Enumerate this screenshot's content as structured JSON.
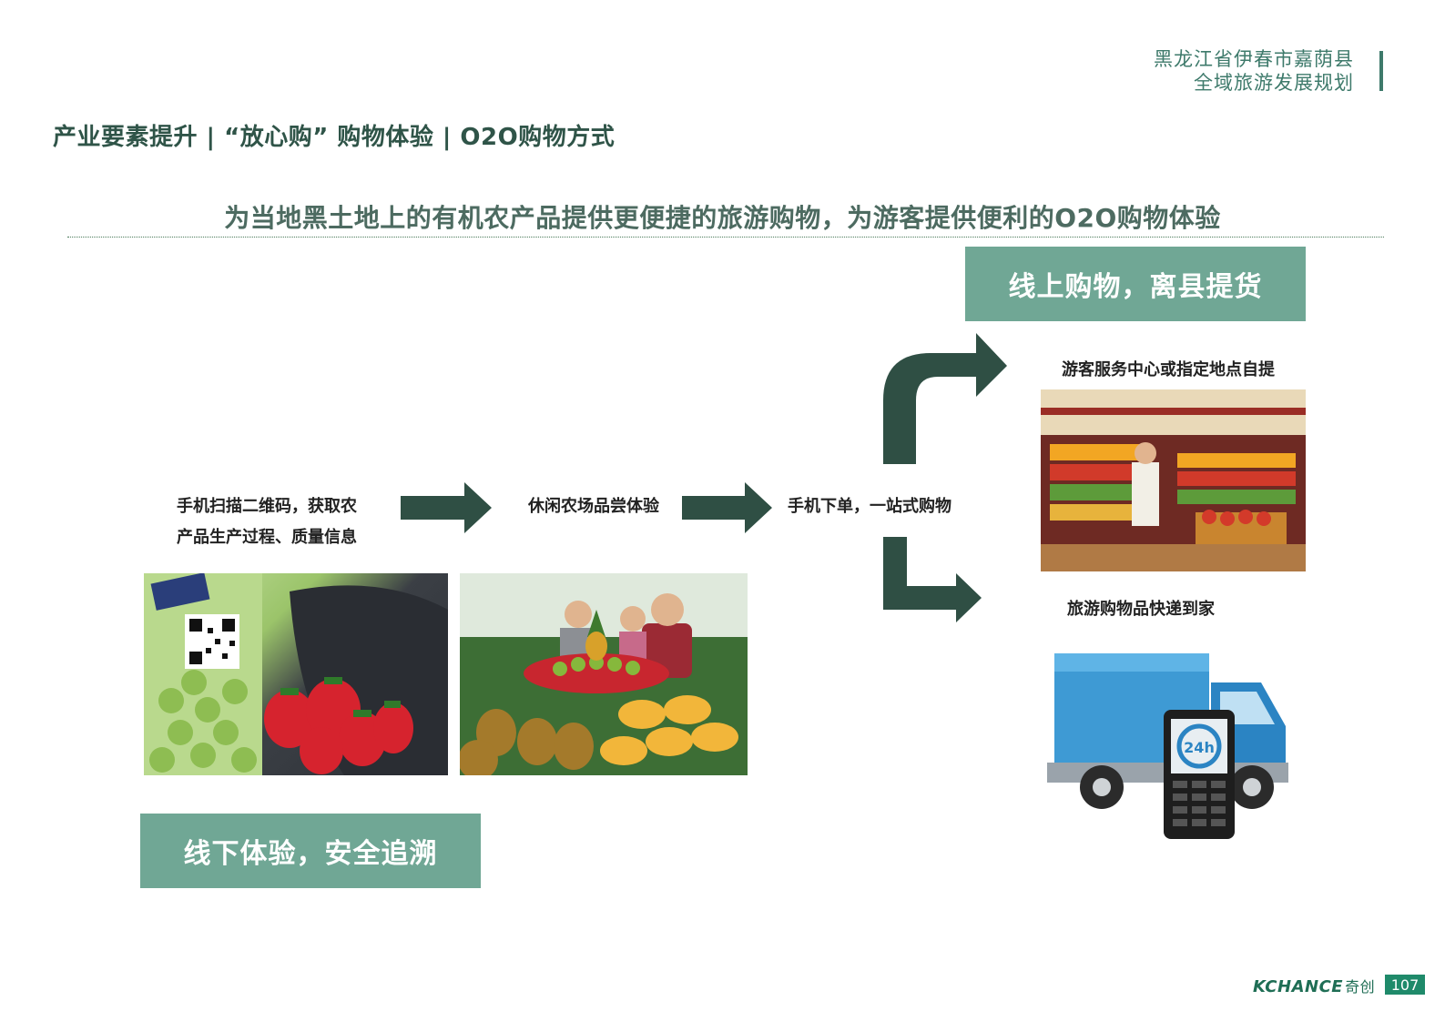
{
  "header": {
    "line1": "黑龙江省伊春市嘉荫县",
    "line2": "全域旅游发展规划"
  },
  "page_title": "产业要素提升 | “放心购” 购物体验 | O2O购物方式",
  "subtitle": "为当地黑土地上的有机农产品提供更便捷的旅游购物，为游客提供便利的O2O购物体验",
  "boxes": {
    "online": "线上购物，离县提货",
    "offline": "线下体验，安全追溯"
  },
  "steps": {
    "scan_line1": "手机扫描二维码，获取农",
    "scan_line2": "产品生产过程、质量信息",
    "taste": "休闲农场品尝体验",
    "order": "手机下单，一站式购物"
  },
  "outcomes": {
    "pickup": "游客服务中心或指定地点自提",
    "express": "旅游购物品快递到家"
  },
  "truck_badge": "24h",
  "footer": {
    "brand": "KCHANCE",
    "brand_cn": "奇创",
    "page_number": "107"
  },
  "colors": {
    "arrow": "#2f4f44",
    "box": "#70a795",
    "header": "#3e7a6b"
  }
}
